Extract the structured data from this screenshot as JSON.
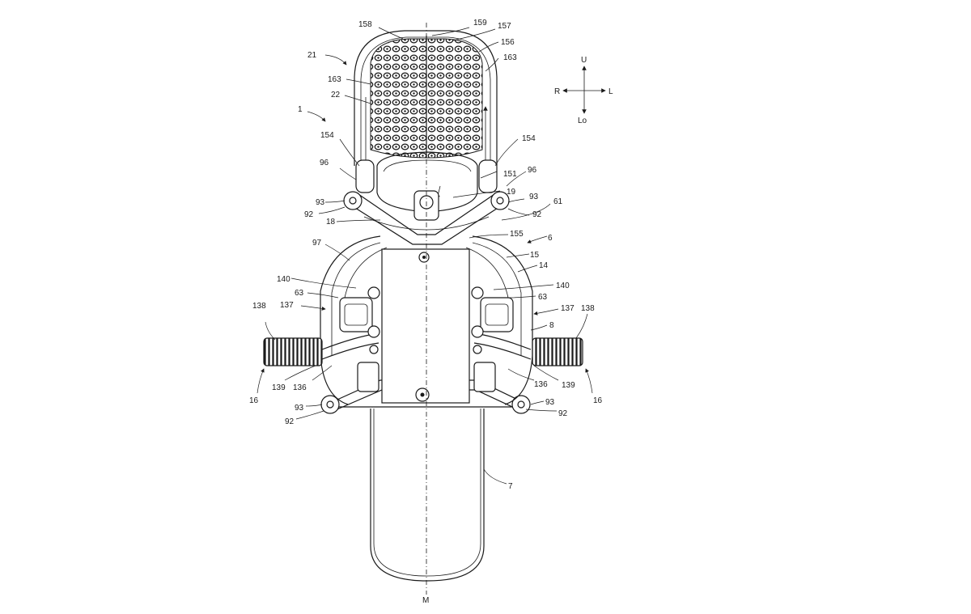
{
  "orientation": {
    "up": "U",
    "down": "Lo",
    "left_side": "R",
    "right_side": "L"
  },
  "centerline_label": "M",
  "reference_numerals": {
    "n1": "1",
    "n21": "21",
    "n22": "22",
    "n158": "158",
    "n159": "159",
    "n157": "157",
    "n156": "156",
    "n163a": "163",
    "n163b": "163",
    "n154a": "154",
    "n154b": "154",
    "n96a": "96",
    "n96b": "96",
    "n151": "151",
    "n19": "19",
    "n93a": "93",
    "n93b": "93",
    "n92a": "92",
    "n92b": "92",
    "n18": "18",
    "n61": "61",
    "n97": "97",
    "n155": "155",
    "n6": "6",
    "n15": "15",
    "n14": "14",
    "n140a": "140",
    "n140b": "140",
    "n63a": "63",
    "n63b": "63",
    "n137a": "137",
    "n137b": "137",
    "n138a": "138",
    "n138b": "138",
    "n8": "8",
    "n139a": "139",
    "n139b": "139",
    "n136a": "136",
    "n136b": "136",
    "n16a": "16",
    "n16b": "16",
    "n93c": "93",
    "n93d": "93",
    "n92c": "92",
    "n92d": "92",
    "n7": "7"
  }
}
